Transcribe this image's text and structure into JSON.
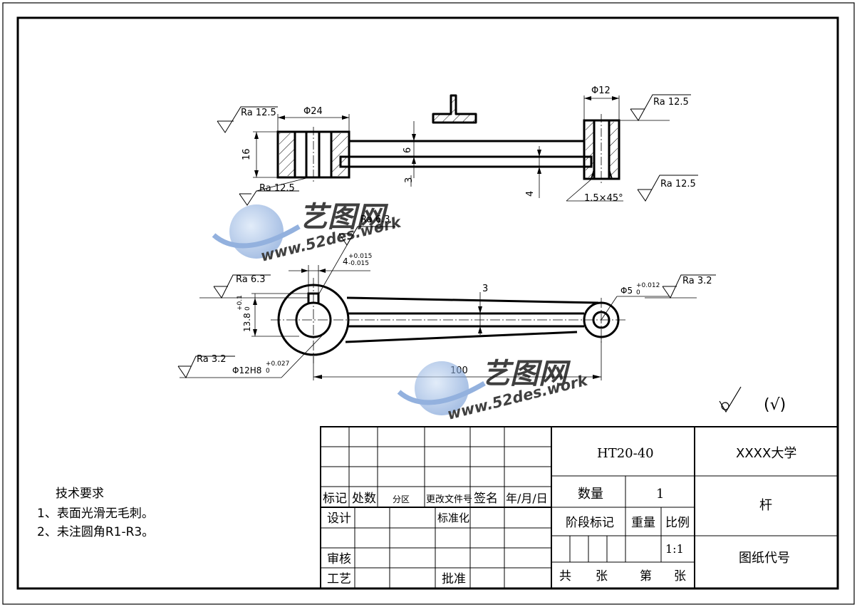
{
  "drawing": {
    "top_view": {
      "ra_left": "Ra 12.5",
      "dia_left": "Φ24",
      "dim_16": "16",
      "ra_left_bottom": "Ra 12.5",
      "dim_6": "6",
      "dim_3": "3",
      "dim_4": "4",
      "dia_right": "Φ12",
      "ra_right_top": "Ra 12.5",
      "chamfer": "1.5×45°",
      "ra_right_bottom": "Ra 12.5"
    },
    "front_view": {
      "ra_keyway": "Ra 6.3",
      "keyway_width": "4",
      "keyway_tol_upper": "+0.015",
      "keyway_tol_lower": "-0.015",
      "ra_left": "Ra 6.3",
      "dim_13_8": "13.8",
      "dim_13_8_tol_upper": "+0.1",
      "dim_13_8_tol_lower": "0",
      "ra_bore": "Ra 3.2",
      "bore": "Φ12H8",
      "bore_tol_upper": "+0.027",
      "bore_tol_lower": "0",
      "dim_3": "3",
      "dim_100": "100",
      "small_bore": "Φ5",
      "small_bore_tol_upper": "+0.012",
      "small_bore_tol_lower": "0",
      "ra_small": "Ra 3.2"
    },
    "watermark": {
      "brand": "艺图网",
      "url": "www.52des.work"
    },
    "roughness_note": "(√)"
  },
  "notes": {
    "title": "技术要求",
    "items": [
      "1、表面光滑无毛刺。",
      "2、未注圆角R1-R3。"
    ]
  },
  "title_block": {
    "material": "HT20-40",
    "school": "XXXX大学",
    "part_name": "杆",
    "drawing_code": "图纸代号",
    "qty_label": "数量",
    "qty_value": "1",
    "stage_label": "阶段标记",
    "weight_label": "重量",
    "scale_label": "比例",
    "scale_value": "1:1",
    "total_label": "共",
    "sheet_unit": "张",
    "page_label": "第",
    "page_unit": "张",
    "row_mark": "标记",
    "row_count": "处数",
    "row_zone": "分区",
    "row_doc": "更改文件号",
    "row_sign": "签名",
    "row_date": "年/月/日",
    "design": "设计",
    "standard": "标准化",
    "review": "审核",
    "craft": "工艺",
    "approve": "批准"
  }
}
